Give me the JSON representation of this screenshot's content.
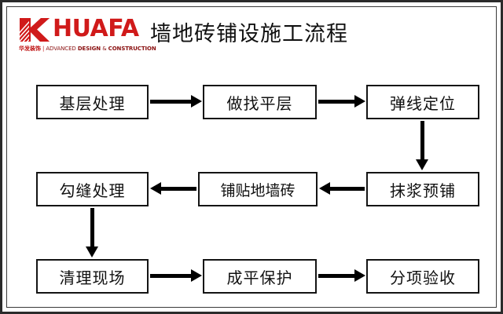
{
  "header": {
    "logo": {
      "mark_name": "huafa-k-logo-icon",
      "wordmark": "HUAFA",
      "sub_cn": "华发装饰",
      "sub_sep": "|",
      "sub_en_1": "ADVANCED ",
      "sub_en_2": "DESIGN",
      "sub_en_3": " & ",
      "sub_en_4": "CONSTRUCTION",
      "brand_color": "#d01a1a"
    },
    "title": "墙地砖铺设施工流程"
  },
  "flowchart": {
    "type": "process-flow",
    "direction": "serpentine",
    "nodes": [
      {
        "id": "n1",
        "label": "基层处理",
        "row": 1,
        "col": 1
      },
      {
        "id": "n2",
        "label": "做找平层",
        "row": 1,
        "col": 2
      },
      {
        "id": "n3",
        "label": "弹线定位",
        "row": 1,
        "col": 3
      },
      {
        "id": "n4",
        "label": "抹浆预铺",
        "row": 2,
        "col": 3
      },
      {
        "id": "n5",
        "label": "铺贴地墙砖",
        "row": 2,
        "col": 2
      },
      {
        "id": "n6",
        "label": "勾缝处理",
        "row": 2,
        "col": 1
      },
      {
        "id": "n7",
        "label": "清理现场",
        "row": 3,
        "col": 1
      },
      {
        "id": "n8",
        "label": "成平保护",
        "row": 3,
        "col": 2
      },
      {
        "id": "n9",
        "label": "分项验收",
        "row": 3,
        "col": 3
      }
    ],
    "edges": [
      {
        "from": "n1",
        "to": "n2",
        "direction": "right"
      },
      {
        "from": "n2",
        "to": "n3",
        "direction": "right"
      },
      {
        "from": "n3",
        "to": "n4",
        "direction": "down"
      },
      {
        "from": "n4",
        "to": "n5",
        "direction": "left"
      },
      {
        "from": "n5",
        "to": "n6",
        "direction": "left"
      },
      {
        "from": "n6",
        "to": "n7",
        "direction": "down"
      },
      {
        "from": "n7",
        "to": "n8",
        "direction": "right"
      },
      {
        "from": "n8",
        "to": "n9",
        "direction": "right"
      }
    ]
  }
}
